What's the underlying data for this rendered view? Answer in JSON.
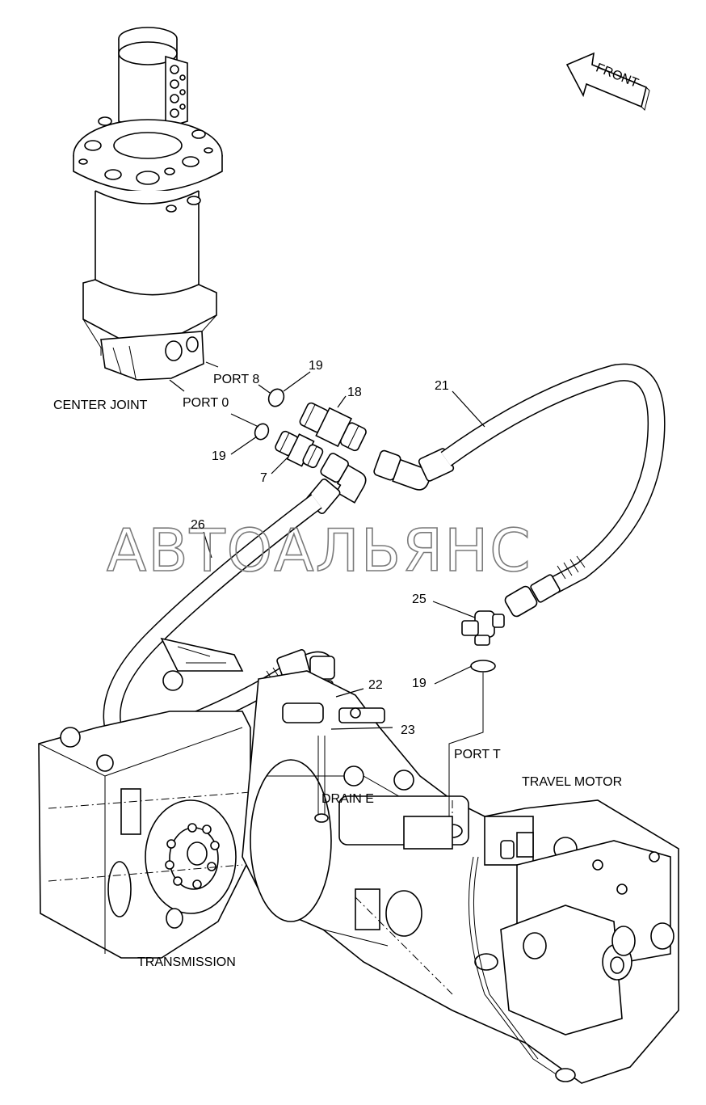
{
  "labels": {
    "center_joint": "CENTER JOINT",
    "port_8": "PORT 8",
    "port_0": "PORT 0",
    "port_t": "PORT  T",
    "drain_e": "DRAIN E",
    "travel_motor": "TRAVEL MOTOR",
    "transmission": "TRANSMISSION",
    "front": "FRONT"
  },
  "callouts": {
    "c19a": "19",
    "c18": "18",
    "c19b": "19",
    "c7": "7",
    "c21": "21",
    "c26": "26",
    "c25": "25",
    "c19c": "19",
    "c22": "22",
    "c23": "23"
  },
  "watermark": "АВТОАЛЬЯНС"
}
